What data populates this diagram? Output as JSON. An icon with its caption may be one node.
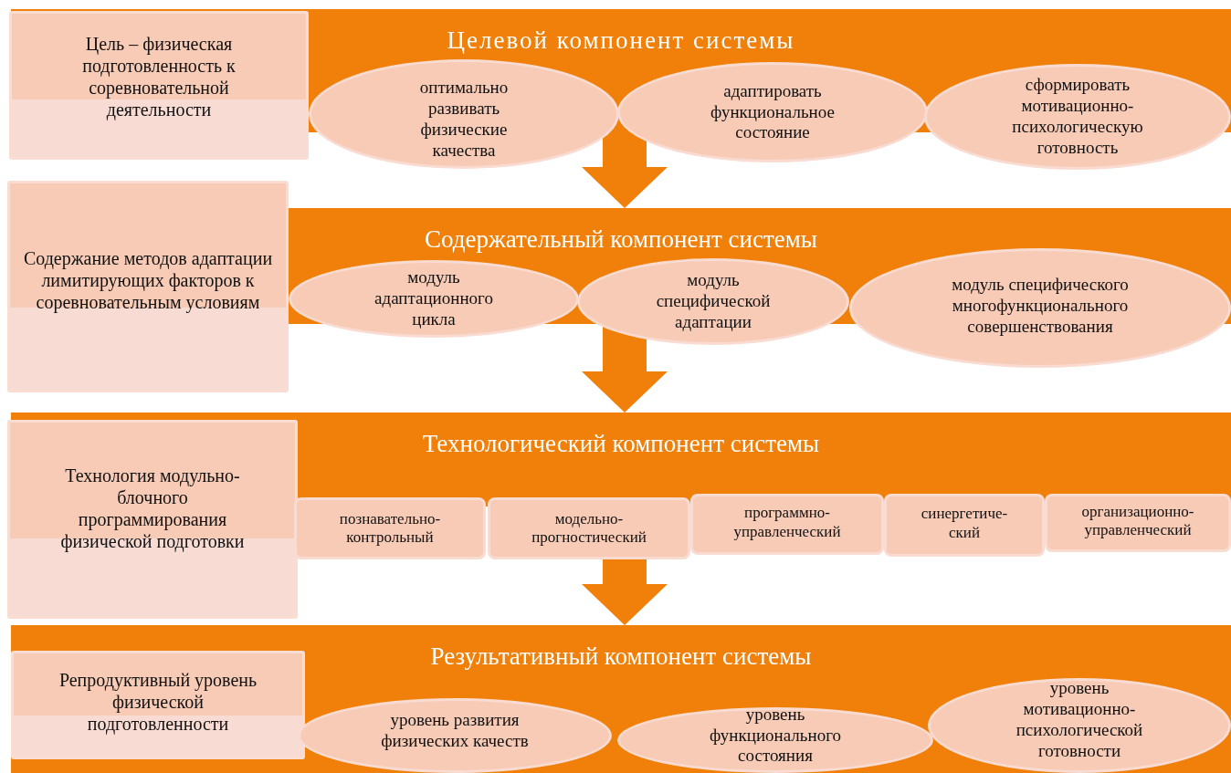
{
  "diagram": {
    "nodes": [
      {
        "text": [
          "Целевой компонент системы"
        ]
      },
      {
        "text": [
          "Цель – физическая подготовленность к соревновательной деятельности"
        ]
      },
      {
        "text": [
          "оптимально развивать физические качества"
        ]
      },
      {
        "text": [
          "адаптировать функциональное состояние"
        ]
      },
      {
        "text": [
          "сформировать мотивационно-психологическую готовность"
        ]
      },
      {
        "text": [
          "Содержательный компонент системы"
        ]
      },
      {
        "text": [
          "Содержание методов адаптации лимитирующих факторов к соревновательным условиям"
        ]
      },
      {
        "text": [
          "модуль адаптационного цикла"
        ]
      },
      {
        "text": [
          "модуль специфической адаптации"
        ]
      },
      {
        "text": [
          "модуль специфического многофункционального совершенствования"
        ]
      },
      {
        "text": [
          "Технологический компонент системы"
        ]
      },
      {
        "text": [
          "Технология модульно-блочного программирования физической подготовки"
        ]
      },
      {
        "text": [
          "познавательно-контрольный"
        ]
      },
      {
        "text": [
          "модельно-прогностический"
        ]
      },
      {
        "text": [
          "программно-управленческий"
        ]
      },
      {
        "text": [
          "синергетиче-ский"
        ]
      },
      {
        "text": [
          "организационно-управленческий"
        ]
      },
      {
        "text": [
          "Результативный компонент системы"
        ]
      },
      {
        "text": [
          "Репродуктивный уровень физической подготовленности"
        ],
        "in": 17
      },
      {
        "text": [
          "уровень развития физических качеств"
        ],
        "in": 17
      },
      {
        "text": [
          "уровень функционального состояния"
        ],
        "in": 17
      },
      {
        "text": [
          "уровень мотивационно-психологической готовности"
        ],
        "in": 17
      }
    ],
    "edges": [
      {
        "from": 0,
        "to": 5,
        "arrow": "to"
      },
      {
        "from": 5,
        "to": 10,
        "arrow": "to"
      },
      {
        "from": 10,
        "to": 17,
        "arrow": "to"
      }
    ]
  }
}
